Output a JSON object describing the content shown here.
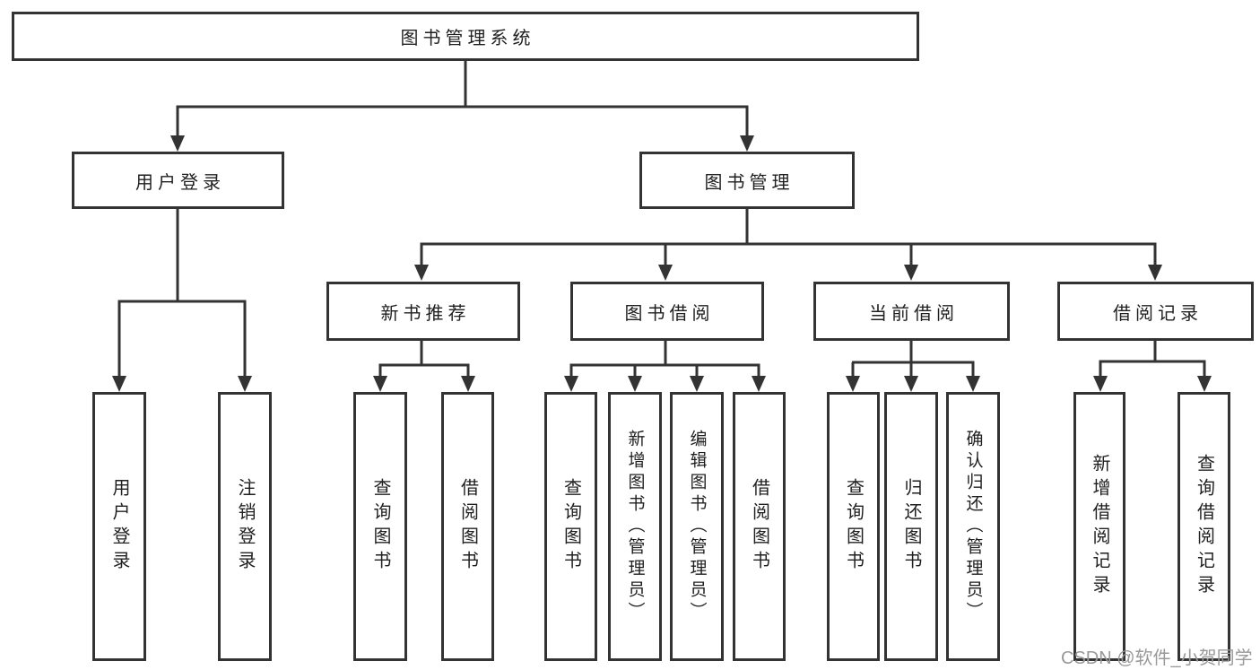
{
  "diagram": {
    "root": {
      "label": "图书管理系统"
    },
    "branches": [
      {
        "label": "用户登录",
        "children": [
          {
            "label": "用户登录"
          },
          {
            "label": "注销登录"
          }
        ]
      },
      {
        "label": "图书管理",
        "children": [
          {
            "label": "新书推荐",
            "children": [
              {
                "label": "查询图书"
              },
              {
                "label": "借阅图书"
              }
            ]
          },
          {
            "label": "图书借阅",
            "children": [
              {
                "label": "查询图书"
              },
              {
                "label": "新增图书（管理员）"
              },
              {
                "label": "编辑图书（管理员）"
              },
              {
                "label": "借阅图书"
              }
            ]
          },
          {
            "label": "当前借阅",
            "children": [
              {
                "label": "查询图书"
              },
              {
                "label": "归还图书"
              },
              {
                "label": "确认归还（管理员）"
              }
            ]
          },
          {
            "label": "借阅记录",
            "children": [
              {
                "label": "新增借阅记录"
              },
              {
                "label": "查询借阅记录"
              }
            ]
          }
        ]
      }
    ]
  },
  "watermark": {
    "text": "CSDN @软件_小贺同学"
  },
  "colors": {
    "line": "#333333",
    "text": "#1f1f1f",
    "watermark": "#999999",
    "background": "#ffffff"
  }
}
